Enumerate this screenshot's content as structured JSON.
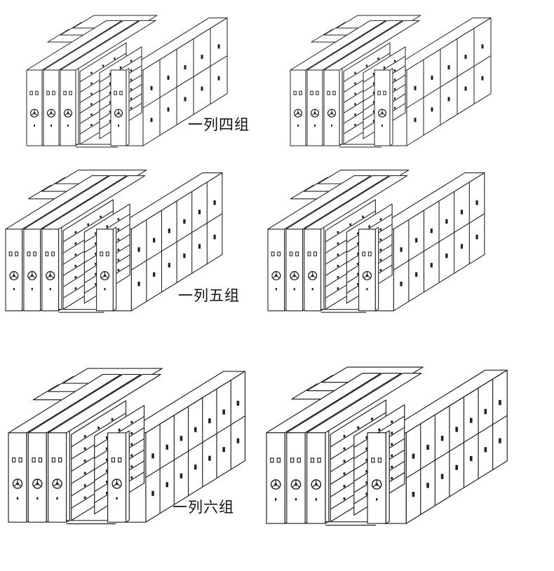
{
  "captions": {
    "row_1": "一列四组",
    "row_2": "一列五组",
    "row_3": "一列六组"
  },
  "illustrations": [
    {
      "name": "four-group-open-view",
      "row": 1,
      "side": "left",
      "groups": 4
    },
    {
      "name": "four-group-closed-view",
      "row": 1,
      "side": "right",
      "groups": 4
    },
    {
      "name": "five-group-open-view",
      "row": 2,
      "side": "left",
      "groups": 5
    },
    {
      "name": "five-group-closed-view",
      "row": 2,
      "side": "right",
      "groups": 5
    },
    {
      "name": "six-group-open-view",
      "row": 3,
      "side": "left",
      "groups": 6
    },
    {
      "name": "six-group-closed-view",
      "row": 3,
      "side": "right",
      "groups": 6
    }
  ],
  "colors": {
    "line": "#222222",
    "panel": "#ffffff",
    "background": "#ffffff"
  }
}
